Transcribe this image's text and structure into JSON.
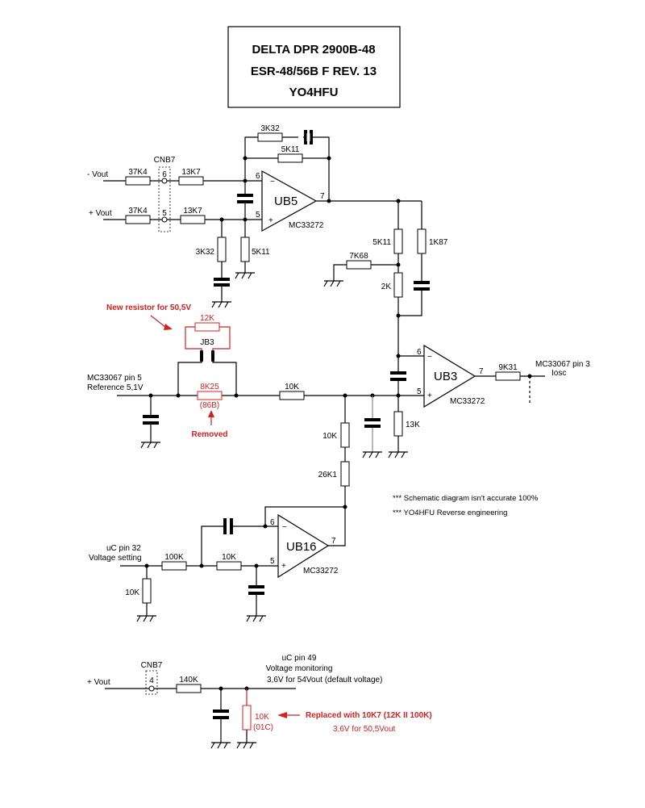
{
  "title": {
    "line1": "DELTA DPR 2900B-48",
    "line2": "ESR-48/56B F REV. 13",
    "line3": "YO4HFU"
  },
  "inputs": {
    "minus_vout": "- Vout",
    "plus_vout": "+ Vout",
    "plus_vout_monitor": "+ Vout"
  },
  "connector": {
    "name": "CNB7",
    "pin6": "6",
    "pin5": "5",
    "pin4": "4"
  },
  "ub5": {
    "name": "UB5",
    "part": "MC33272",
    "pin_inv": "6",
    "pin_noninv": "5",
    "pin_out": "7",
    "minus": "−",
    "plus": "+"
  },
  "ub3": {
    "name": "UB3",
    "part": "MC33272",
    "pin_inv": "6",
    "pin_noninv": "5",
    "pin_out": "7",
    "minus": "−",
    "plus": "+"
  },
  "ub16": {
    "name": "UB16",
    "part": "MC33272",
    "pin_inv": "6",
    "pin_noninv": "5",
    "pin_out": "7",
    "minus": "−",
    "plus": "+"
  },
  "resistors": {
    "r_37k4_a": "37K4",
    "r_37k4_b": "37K4",
    "r_13k7_a": "13K7",
    "r_13k7_b": "13K7",
    "r_3k32_fb": "3K32",
    "r_5k11_fb": "5K11",
    "r_3k32_gnd": "3K32",
    "r_5k11_gnd": "5K11",
    "r_5k11_div": "5K11",
    "r_1k87": "1K87",
    "r_7k68": "7K68",
    "r_2k": "2K",
    "r_12k_new": "12K",
    "r_8k25": "8K25",
    "r_8k25_code": "(86B)",
    "r_10k_ref": "10K",
    "r_10k_vert": "10K",
    "r_26k1": "26K1",
    "r_13k": "13K",
    "r_9k31": "9K31",
    "r_100k": "100K",
    "r_10k_ub16": "10K",
    "r_10k_gnd": "10K",
    "r_140k": "140K",
    "r_10k_mon": "10K",
    "r_10k_mon_code": "(01C)"
  },
  "labels": {
    "jumper": "JB3",
    "ref_line1": "MC33067 pin 5",
    "ref_line2": "Reference 5,1V",
    "iosc_line1": "MC33067 pin 3",
    "iosc_line2": "Iosc",
    "uc32_line1": "uC pin 32",
    "uc32_line2": "Voltage setting",
    "uc49_line1": "uC pin 49",
    "uc49_line2": "Voltage monitoring",
    "uc49_line3": "3,6V for 54Vout  (default voltage)"
  },
  "annotations": {
    "new_resistor": "New resistor  for 50,5V",
    "removed": "Removed",
    "replaced": "Replaced with 10K7  (12K II 100K)",
    "replaced_sub": "3,6V for 50,5Vout"
  },
  "notes": {
    "note1": "*** Schematic diagram isn't accurate 100%",
    "note2": "*** YO4HFU Reverse engineering"
  },
  "colors": {
    "modification": "#d42020",
    "wire": "#000000"
  }
}
